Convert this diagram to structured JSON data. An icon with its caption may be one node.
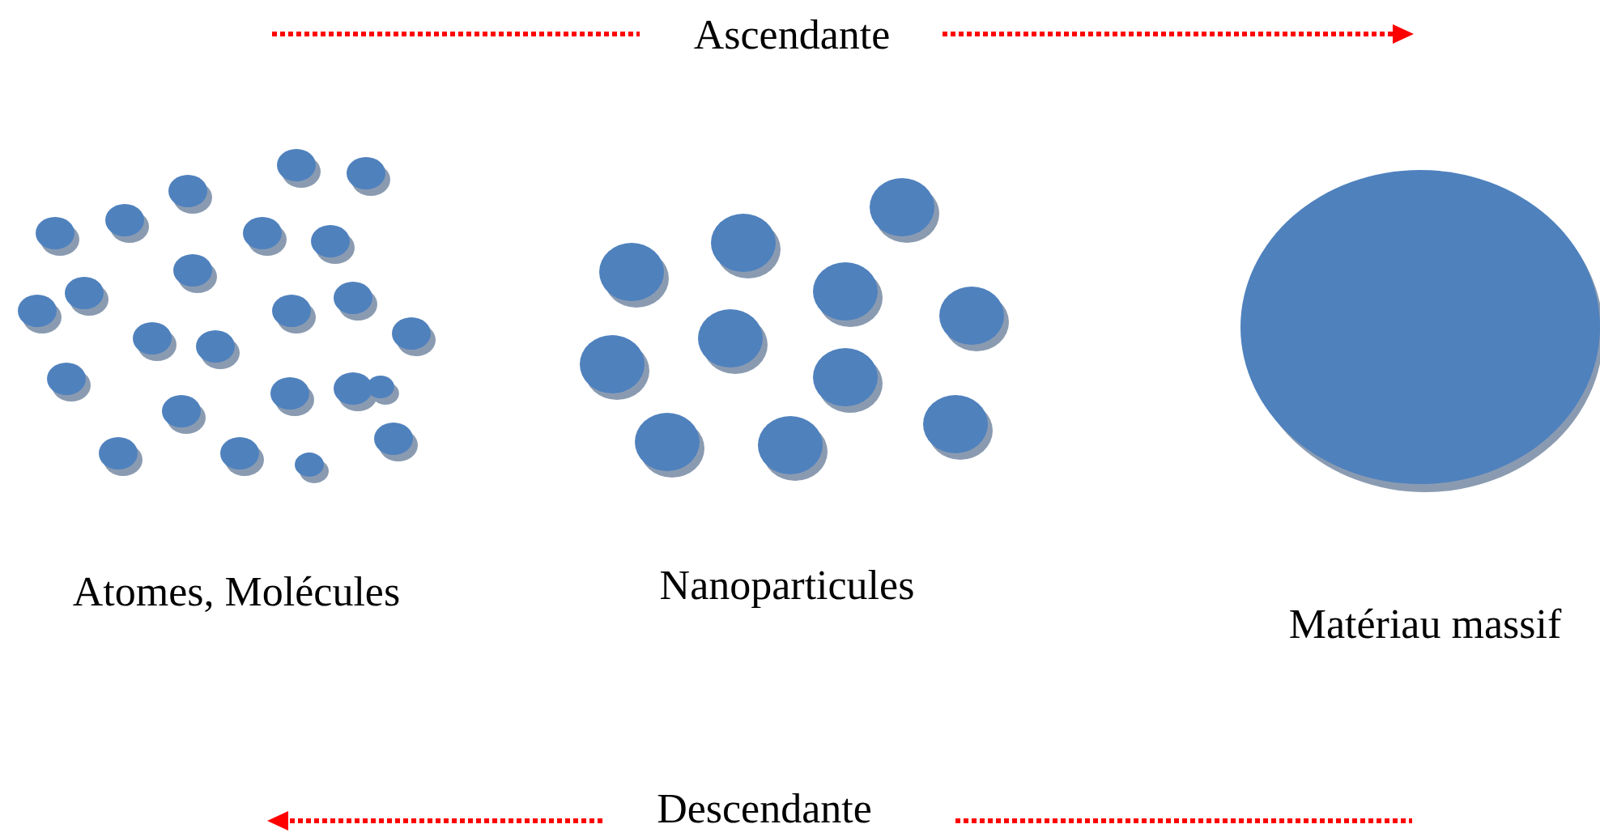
{
  "diagram": {
    "labels": [
      "Ascendante",
      "Atomes, Molécules",
      "Nanoparticules",
      "Matériau massif",
      "Descendante"
    ]
  }
}
